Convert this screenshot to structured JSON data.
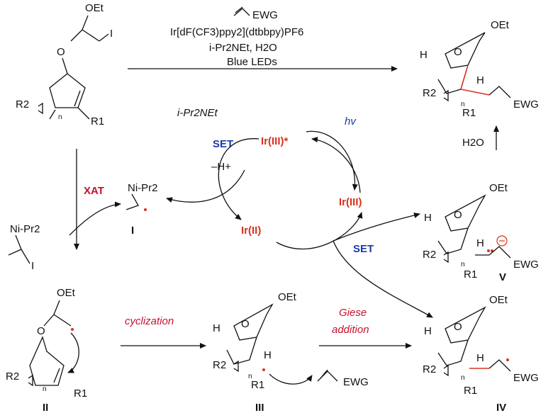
{
  "top": {
    "reagent_ewg": "EWG",
    "catalyst": "Ir[dF(CF3)ppy2](dtbbpy)PF6",
    "base_water": "i-Pr2NEt, H2O",
    "light": "Blue LEDs"
  },
  "cycle": {
    "ir3_star": "Ir(III)*",
    "ir3": "Ir(III)",
    "ir2": "Ir(II)",
    "hv": "hv",
    "set_top": "SET",
    "minus_h": "–H+",
    "set_bottom": "SET",
    "amine": "i-Pr2NEt",
    "xat": "XAT"
  },
  "labels": {
    "I": "I",
    "II": "II",
    "III": "III",
    "IV": "IV",
    "V": "V"
  },
  "steps": {
    "cyclization": "cyclization",
    "giese": "Giese",
    "addition": "addition",
    "h2o": "H2O"
  },
  "atoms": {
    "oet": "OEt",
    "o": "O",
    "h": "H",
    "i": "I",
    "r1": "R1",
    "r2": "R2",
    "n": "n",
    "ewg": "EWG",
    "ni_pr2": "Ni-Pr2"
  }
}
